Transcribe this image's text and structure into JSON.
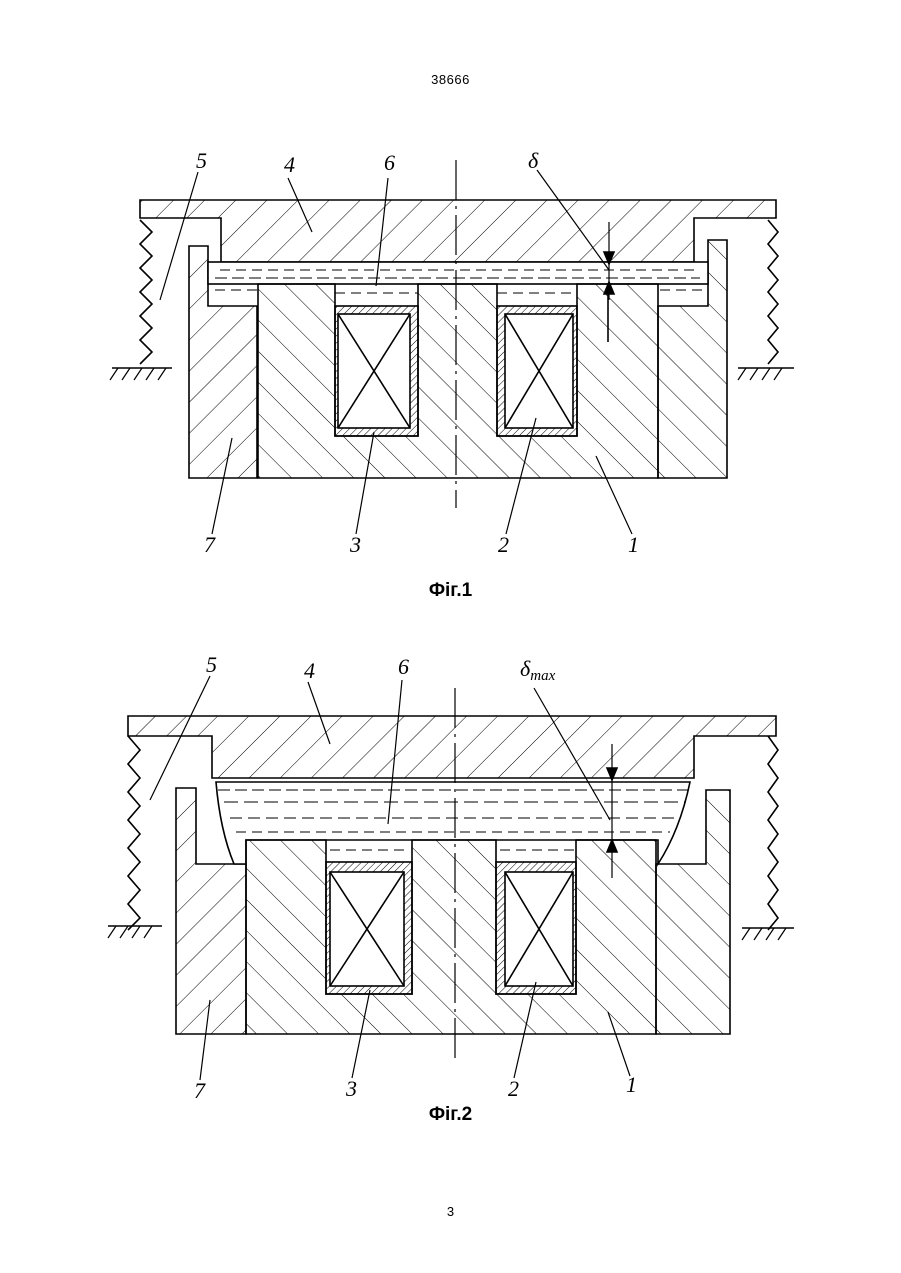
{
  "header": {
    "page_code": "38666"
  },
  "footer": {
    "page_number": "3"
  },
  "figures": [
    {
      "caption": "Фіг.1",
      "labels": {
        "l1": "1",
        "l2": "2",
        "l3": "3",
        "l4": "4",
        "l5": "5",
        "l6": "6",
        "l7": "7",
        "gap": "δ"
      }
    },
    {
      "caption": "Фіг.2",
      "labels": {
        "l1": "1",
        "l2": "2",
        "l3": "3",
        "l4": "4",
        "l5": "5",
        "l6": "6",
        "l7": "7",
        "gap": "δ",
        "gap_sub": "max"
      }
    }
  ]
}
